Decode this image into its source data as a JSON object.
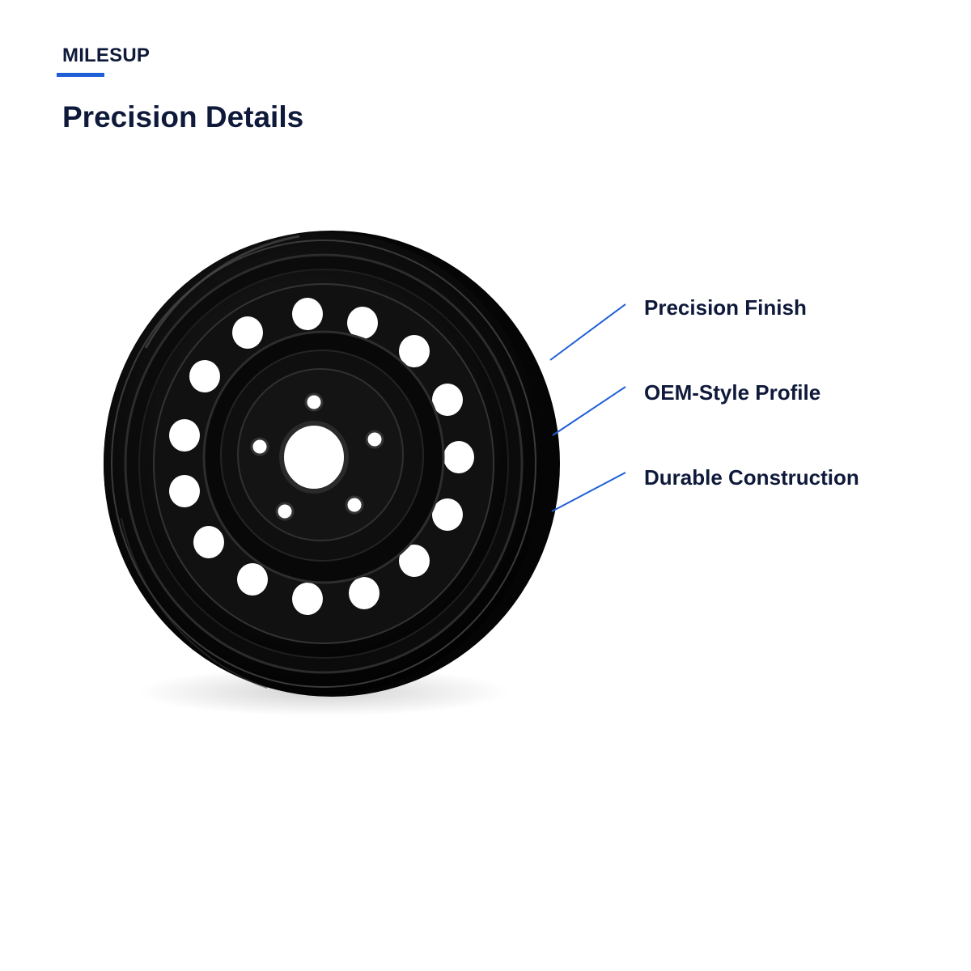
{
  "brand": {
    "name": "MILESUP",
    "accent_color": "#1e5fd6",
    "text_color": "#0f1a3b"
  },
  "page": {
    "title": "Precision Details"
  },
  "product_image": {
    "icon": "steel-wheel-icon",
    "color": "#0a0a0a"
  },
  "callouts": [
    {
      "label": "Precision Finish"
    },
    {
      "label": "OEM-Style Profile"
    },
    {
      "label": "Durable Construction"
    }
  ]
}
